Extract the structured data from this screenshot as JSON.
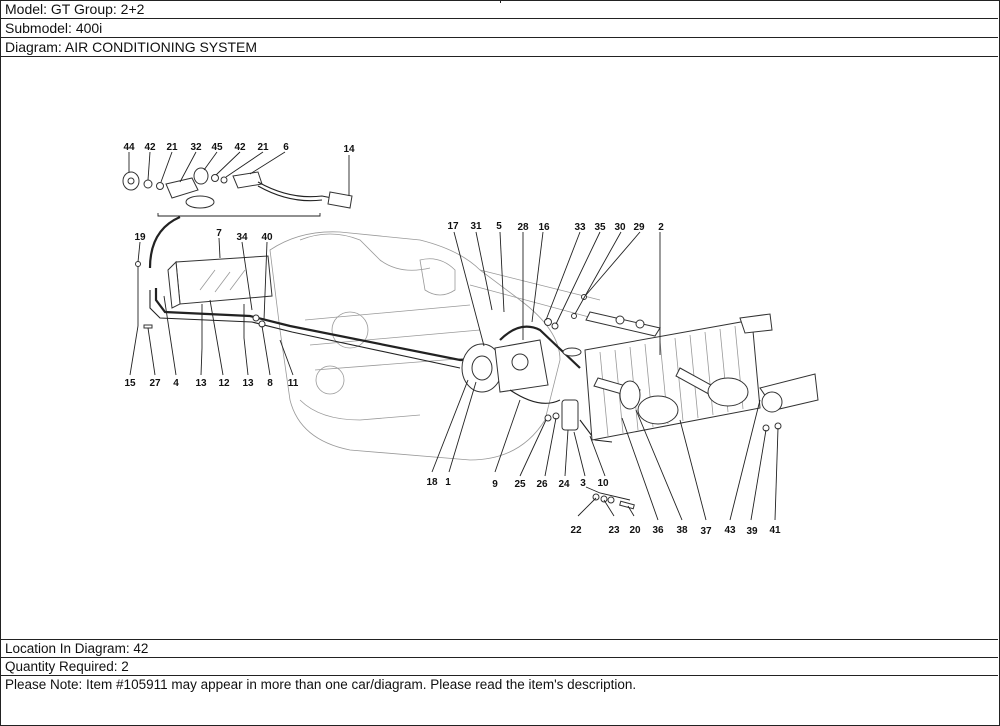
{
  "header": {
    "model": "Model: GT Group: 2+2",
    "submodel": "Submodel: 400i",
    "diagram": "Diagram: AIR CONDITIONING SYSTEM"
  },
  "diagram": {
    "subject": "Air conditioning system exploded parts diagram",
    "callouts": {
      "top_group": [
        "44",
        "42",
        "21",
        "32",
        "45",
        "42",
        "21",
        "6",
        "14"
      ],
      "left_group": [
        "19",
        "7",
        "34",
        "40",
        "15",
        "27",
        "4",
        "13",
        "12",
        "13",
        "8",
        "11"
      ],
      "center_top": [
        "17",
        "31",
        "5",
        "28",
        "16",
        "33",
        "35",
        "30",
        "29",
        "2"
      ],
      "bottom_row": [
        "18",
        "1",
        "9",
        "25",
        "26",
        "24",
        "3",
        "10",
        "22",
        "23",
        "20",
        "36",
        "38",
        "37",
        "43",
        "39",
        "41"
      ]
    }
  },
  "footer": {
    "location": "Location In Diagram: 42",
    "quantity": "Quantity Required: 2",
    "note": "Please Note: Item #105911 may appear in more than one car/diagram. Please read the item's description."
  }
}
